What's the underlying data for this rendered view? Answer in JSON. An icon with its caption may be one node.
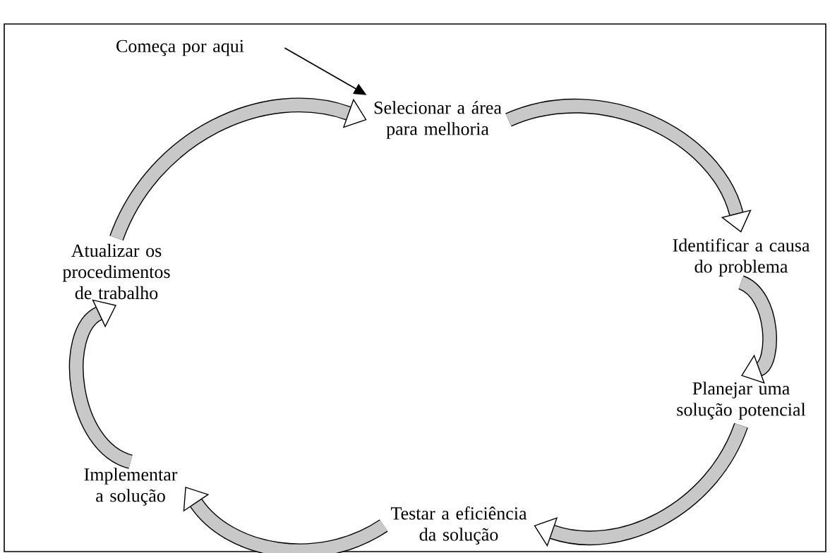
{
  "diagram": {
    "nodes": [
      {
        "text": [
          "Começa por aqui"
        ]
      },
      {
        "text": [
          "Selecionar a área para melhoria"
        ]
      },
      {
        "text": [
          "Identificar a causa do problema"
        ]
      },
      {
        "text": [
          "Planejar uma solução potencial"
        ]
      },
      {
        "text": [
          "Testar a eficiência da solução"
        ]
      },
      {
        "text": [
          "Implementar a solução"
        ]
      },
      {
        "text": [
          "Atualizar os procedimentos de trabalho"
        ]
      }
    ],
    "edges": [
      {
        "from": 0,
        "to": 1,
        "arrow": "to",
        "color": "#000000"
      },
      {
        "from": 1,
        "to": 2,
        "arrow": "to"
      },
      {
        "from": 2,
        "to": 3,
        "arrow": "to"
      },
      {
        "from": 3,
        "to": 4,
        "arrow": "to"
      },
      {
        "from": 4,
        "to": 5,
        "arrow": "to"
      },
      {
        "from": 5,
        "to": 6,
        "arrow": "to"
      },
      {
        "from": 6,
        "to": 1,
        "arrow": "to"
      }
    ]
  }
}
